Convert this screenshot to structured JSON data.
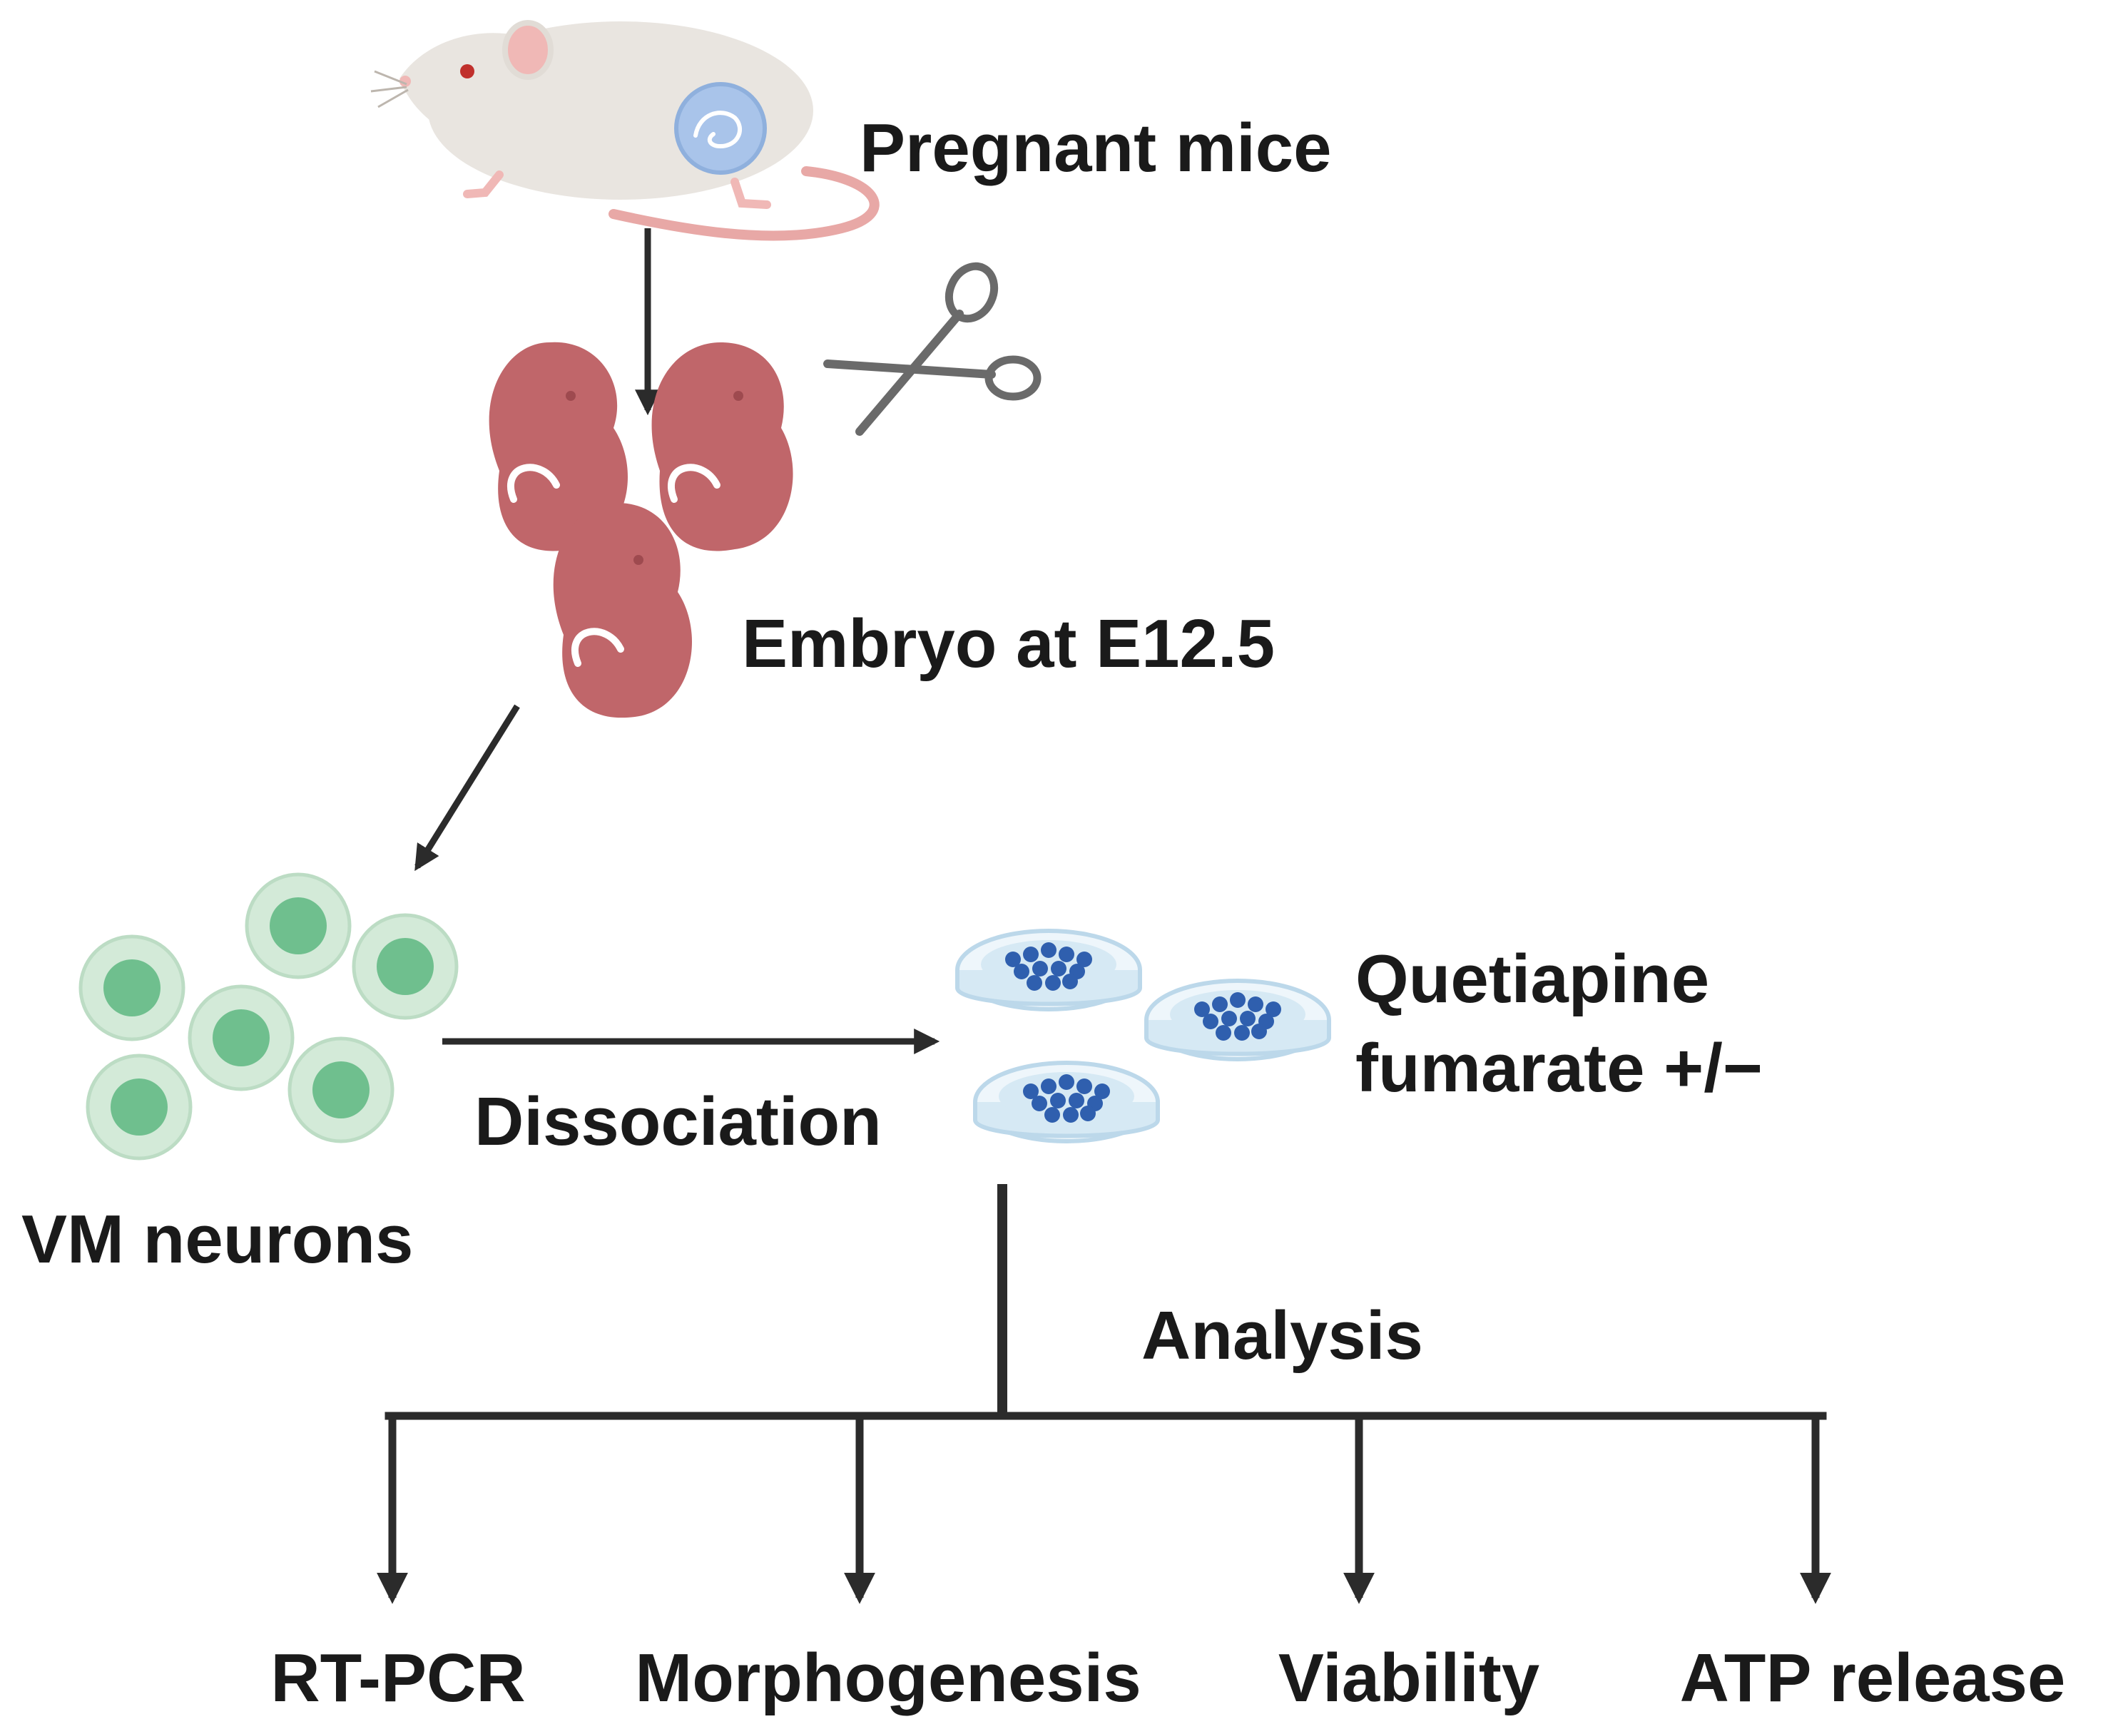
{
  "labels": {
    "pregnant_mice": "Pregnant mice",
    "embryo": "Embryo at E12.5",
    "vm_neurons": "VM neurons",
    "dissociation": "Dissociation",
    "quetiapine_line1": "Quetiapine",
    "quetiapine_line2": "fumarate +/−",
    "analysis": "Analysis"
  },
  "outputs": [
    {
      "label": "RT-PCR"
    },
    {
      "label": "Morphogenesis"
    },
    {
      "label": "Viability"
    },
    {
      "label": "ATP release"
    }
  ],
  "colors": {
    "arrow": "#2b2b2b",
    "mouse_body": "#e9e5e0",
    "mouse_ear": "#f0b8b6",
    "mouse_tail": "#e8a8a6",
    "womb": "#a9c4ea",
    "embryo": "#c0666a",
    "embryo_dark": "#9e4a4f",
    "cell_outer": "#d3ead8",
    "cell_nucleus": "#6fbf8e",
    "dish_rim": "#d6e9f4",
    "dish_cells": "#2f5fae",
    "scissors": "#6a6a6a"
  },
  "icons": [
    "mouse-icon",
    "scissors-icon",
    "embryo-icon",
    "neuron-cell-icon",
    "petri-dish-icon"
  ]
}
